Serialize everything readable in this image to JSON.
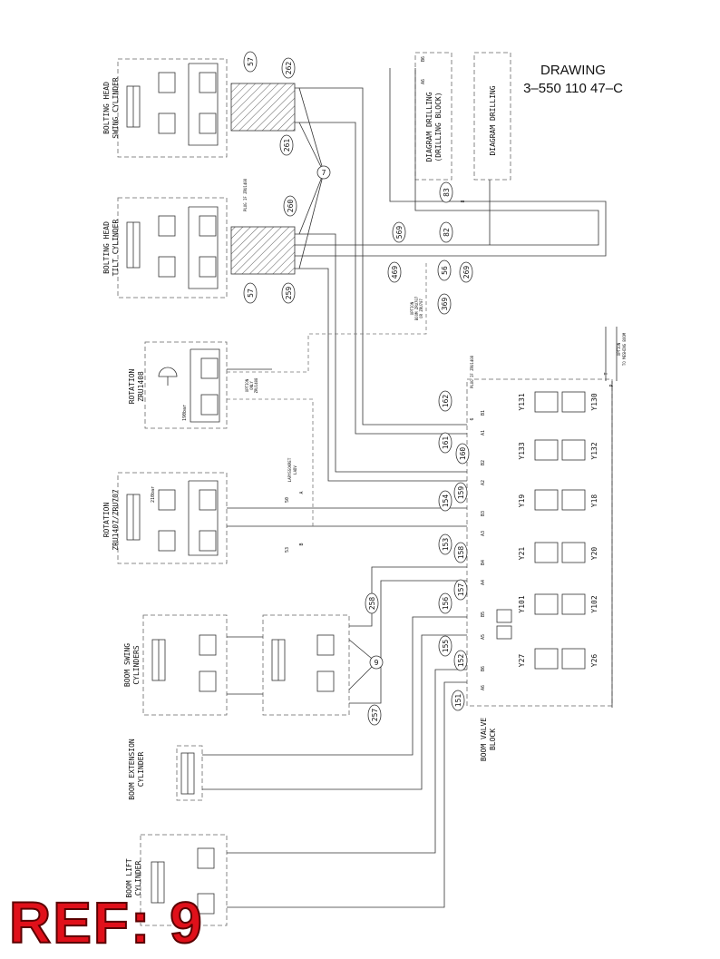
{
  "drawing": {
    "title_line1": "DRAWING",
    "title_line2": "3–550 110 47–C"
  },
  "ref": {
    "text": "REF: 9"
  },
  "components": {
    "bolting_head_swing": [
      "BOLTING HEAD",
      "SWING CYLINDER"
    ],
    "bolting_head_tilt": [
      "BOLTING HEAD",
      "TILT CYLINDER"
    ],
    "rotation_zru1408": [
      "ROTATION",
      "ZRU1408"
    ],
    "rotation_zru1407": [
      "ROTATION",
      "ZRU1407/ZRU707"
    ],
    "boom_swing": [
      "BOOM SWING",
      "CYLINDERS"
    ],
    "boom_extension": [
      "BOOM EXTENSION",
      "CYLINDER"
    ],
    "boom_lift": [
      "BOOM LIFT",
      "CYLINDER"
    ],
    "boom_valve_block": [
      "BOOM VALVE",
      "BLOCK"
    ],
    "diagram_drilling_block": [
      "DIAGRAM DRILLING",
      "(DRILLING BLOCK)"
    ],
    "diagram_drilling": [
      "DIAGRAM DRILLING"
    ]
  },
  "pressures": {
    "p190": "190bar",
    "p210": "210bar"
  },
  "notes": {
    "plug_zru1408": "PLUG IF ZRU1408",
    "plug_zru1408_b": "PLUG IF ZRU1408",
    "option_zru1408": [
      "OPTION",
      "ONLY",
      "ZRU1408"
    ],
    "option_boom": [
      "OPTION",
      "BOOM ZRU707",
      "OR ZRU707"
    ],
    "option_meshing": [
      "OPTION",
      "TO MESHING BOOM"
    ],
    "larger_valve": [
      "LARYSSOKRET",
      "LADV"
    ]
  },
  "bubbles": {
    "b57a": "57",
    "b262": "262",
    "b261": "261",
    "b7": "7",
    "b260": "260",
    "b259": "259",
    "b57b": "57",
    "b83": "83",
    "b82": "82",
    "b569": "569",
    "b56": "56",
    "b469": "469",
    "b369": "369",
    "b269": "269",
    "b162": "162",
    "b161": "161",
    "b160": "160",
    "b154": "154",
    "b159": "159",
    "b153": "153",
    "b158": "158",
    "b156": "156",
    "b157": "157",
    "b155": "155",
    "b152": "152",
    "b151": "151",
    "b258": "258",
    "b257": "257",
    "b9": "9"
  },
  "ports": {
    "b1": "B1",
    "a1": "A1",
    "b2": "B2",
    "a2": "A2",
    "b3": "B3",
    "a3": "A3",
    "b4": "B4",
    "a4": "A4",
    "b5": "B5",
    "a5": "A5",
    "b6": "B6",
    "a6": "A6",
    "p": "P",
    "t": "T",
    "a6d": "A6",
    "b6d": "B6",
    "s6": "6",
    "s8": "8"
  },
  "valves": {
    "y131": "Y131",
    "y130": "Y130",
    "y133": "Y133",
    "y132": "Y132",
    "y19": "Y19",
    "y18": "Y18",
    "y21": "Y21",
    "y20": "Y20",
    "y101": "Y101",
    "y102": "Y102",
    "y27": "Y27",
    "y26": "Y26"
  },
  "sizes": {
    "s50": "50",
    "s53": "53",
    "a": "A",
    "b": "B"
  },
  "colors": {
    "ref": "#e0101a",
    "line": "#333333"
  }
}
